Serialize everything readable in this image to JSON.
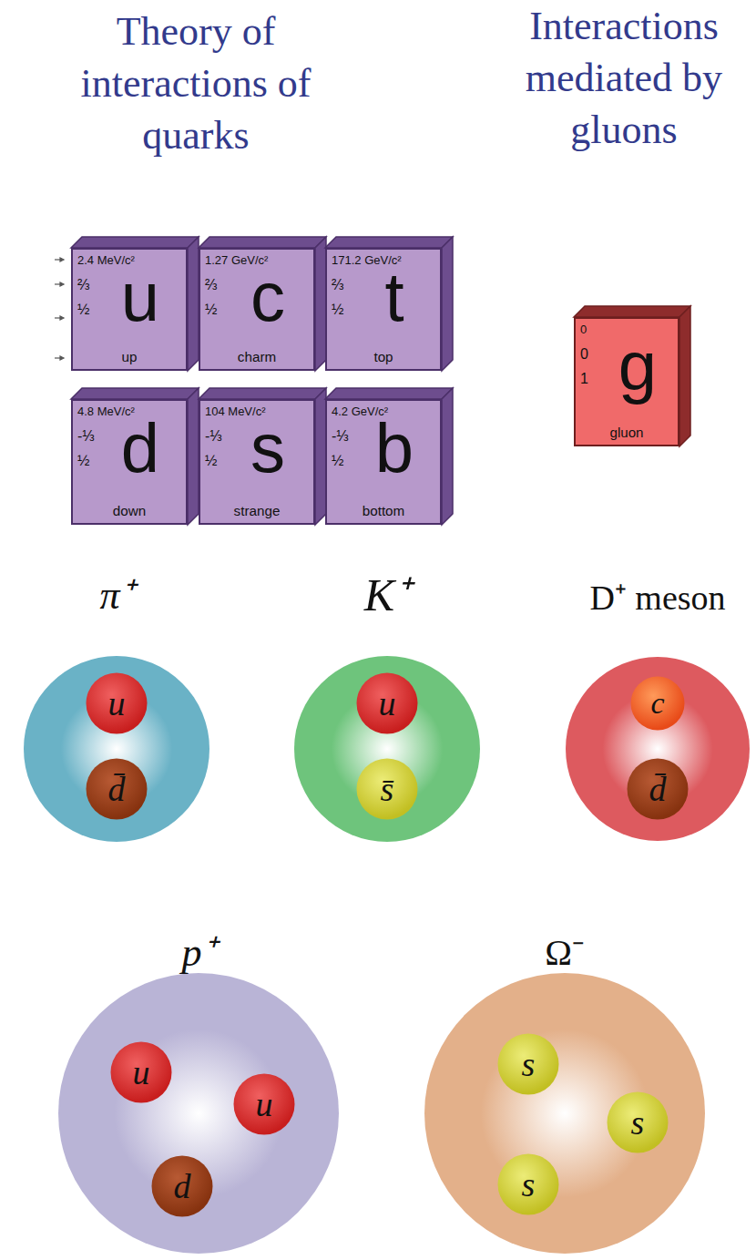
{
  "diagram": {
    "nodes": [
      {
        "text": [
          "2.4 MeV/c²",
          "⅔",
          "½",
          "u",
          "up"
        ]
      },
      {
        "text": [
          "1.27 GeV/c²",
          "⅔",
          "½",
          "c",
          "charm"
        ]
      },
      {
        "text": [
          "171.2 GeV/c²",
          "⅔",
          "½",
          "t",
          "top"
        ]
      },
      {
        "text": [
          "4.8 MeV/c²",
          "-⅓",
          "½",
          "d",
          "down"
        ]
      },
      {
        "text": [
          "104 MeV/c²",
          "-⅓",
          "½",
          "s",
          "strange"
        ]
      },
      {
        "text": [
          "4.2 GeV/c²",
          "-⅓",
          "½",
          "b",
          "bottom"
        ]
      },
      {
        "text": [
          "0",
          "0",
          "1",
          "g",
          "gluon"
        ]
      },
      {
        "text": [
          "π⁺"
        ]
      },
      {
        "text": [
          "u"
        ],
        "in": 7
      },
      {
        "text": [
          "d̄"
        ],
        "in": 7
      },
      {
        "text": [
          "K⁺"
        ]
      },
      {
        "text": [
          "u"
        ],
        "in": 10
      },
      {
        "text": [
          "s̄"
        ],
        "in": 10
      },
      {
        "text": [
          "D⁺ meson"
        ]
      },
      {
        "text": [
          "c"
        ],
        "in": 13
      },
      {
        "text": [
          "d̄"
        ],
        "in": 13
      },
      {
        "text": [
          "p⁺"
        ]
      },
      {
        "text": [
          "u"
        ],
        "in": 16
      },
      {
        "text": [
          "u"
        ],
        "in": 16
      },
      {
        "text": [
          "d"
        ],
        "in": 16
      },
      {
        "text": [
          "Ω⁻"
        ]
      },
      {
        "text": [
          "s"
        ],
        "in": 20
      },
      {
        "text": [
          "s"
        ],
        "in": 20
      },
      {
        "text": [
          "s"
        ],
        "in": 20
      }
    ],
    "labels": [
      "Theory of interactions of quarks",
      "Interactions mediated by gluons"
    ]
  }
}
